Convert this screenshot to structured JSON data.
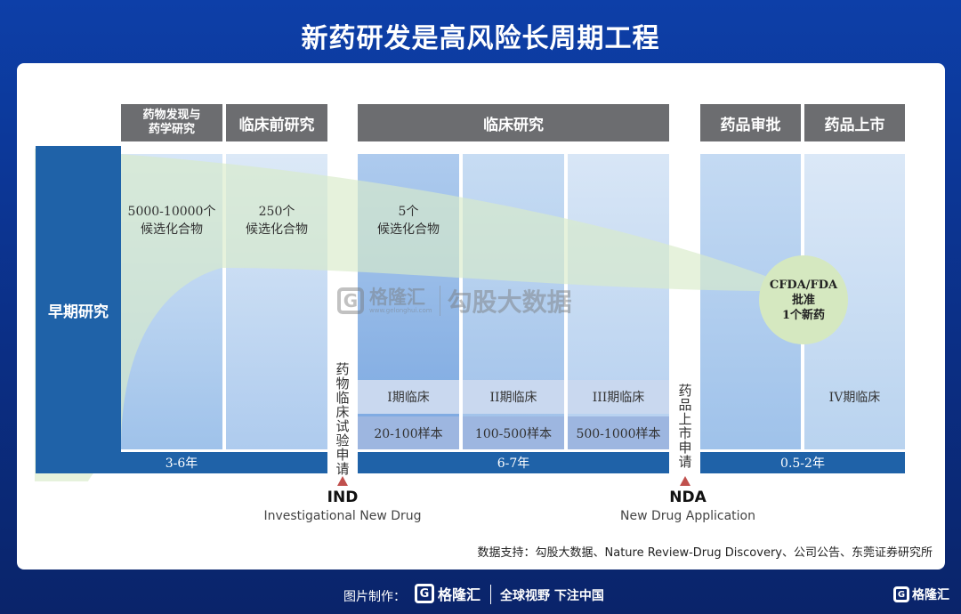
{
  "title": "新药研发是高风险长周期工程",
  "headers": {
    "drug_discovery": "药物发现与\n药学研究",
    "preclinical": "临床前研究",
    "clinical": "临床研究",
    "approval": "药品审批",
    "market": "药品上市"
  },
  "early_research": "早期研究",
  "candidates": {
    "discovery": "5000-10000个\n候选化合物",
    "preclinical": "250个\n候选化合物",
    "clinical": "5个\n候选化合物"
  },
  "approval_bubble": "CFDA/FDA\n批准\n1个新药",
  "phases": {
    "p1": {
      "name": "I期临床",
      "sample": "20-100样本"
    },
    "p2": {
      "name": "II期临床",
      "sample": "100-500样本"
    },
    "p3": {
      "name": "III期临床",
      "sample": "500-1000样本"
    },
    "p4": {
      "name": "IV期临床"
    }
  },
  "durations": {
    "early": "3-6年",
    "clinical": "6-7年",
    "approval": "0.5-2年"
  },
  "vertical_labels": {
    "ind": "药物临床试验申请",
    "nda": "药品上市申请"
  },
  "milestones": {
    "ind": {
      "code": "IND",
      "full": "Investigational New Drug"
    },
    "nda": {
      "code": "NDA",
      "full": "New Drug Application"
    }
  },
  "watermark": {
    "logo_text": "格隆汇",
    "logo_sub": "www.gelonghui.com",
    "partner": "勾股大数据"
  },
  "source": "数据支持：勾股大数据、Nature Review-Drug Discovery、公司公告、东莞证券研究所",
  "footer": {
    "made_by": "图片制作：",
    "brand": "格隆汇",
    "slogan": "全球视野 下注中国",
    "corner_brand": "格隆汇"
  },
  "colors": {
    "header_gray": "#6c6d70",
    "dark_blue": "#1f62a8",
    "light_blue": "#b9d3ef",
    "funnel_green": "#d8ebc9",
    "phase_band": "#c9d8ef",
    "sample_band": "#9db6e0",
    "bubble_green": "#d5e8c0"
  }
}
